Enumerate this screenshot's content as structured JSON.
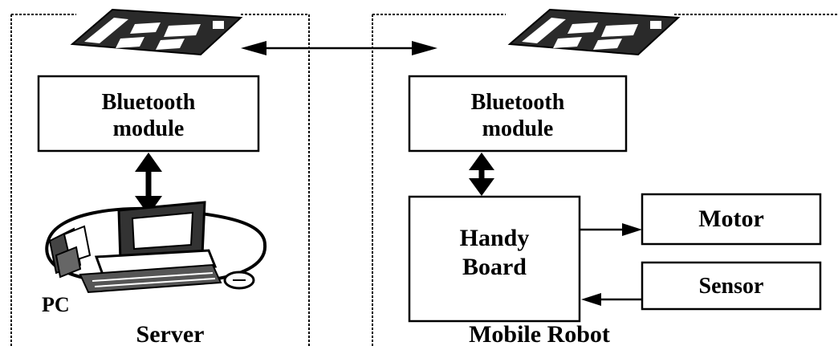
{
  "diagram": {
    "server": {
      "caption": "Server",
      "bluetooth_box": {
        "line1": "Bluetooth",
        "line2": "module"
      },
      "pc_label": "PC"
    },
    "robot": {
      "caption": "Mobile Robot",
      "bluetooth_box": {
        "line1": "Bluetooth",
        "line2": "module"
      },
      "handy_board": {
        "line1": "Handy",
        "line2": "Board"
      },
      "motor": "Motor",
      "sensor": "Sensor"
    },
    "icons": [
      "bluetooth-card-icon",
      "computer-icon"
    ],
    "colors": {
      "stroke": "#000000",
      "card": "#2a2a2a"
    }
  }
}
